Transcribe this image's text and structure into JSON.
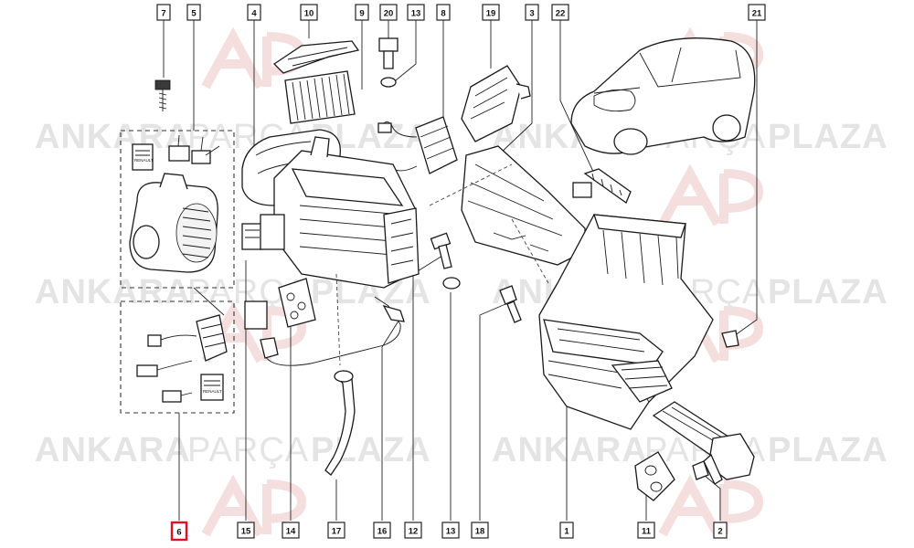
{
  "watermark": {
    "word1": "ANKARA",
    "word2": "PARÇA",
    "word3": "PLAZA",
    "color": "#e4e4e4",
    "logo_color": "#f4dede"
  },
  "highlight_color": "#e0102a",
  "callouts": {
    "c7": "7",
    "c5": "5",
    "c4": "4",
    "c10": "10",
    "c9": "9",
    "c20": "20",
    "c13a": "13",
    "c8": "8",
    "c19": "19",
    "c3": "3",
    "c22": "22",
    "c21": "21",
    "c6": "6",
    "c15": "15",
    "c14": "14",
    "c17": "17",
    "c16": "16",
    "c12": "12",
    "c13b": "13",
    "c18": "18",
    "c1": "1",
    "c11": "11",
    "c2": "2"
  },
  "label_text": {
    "bag_top": "RENAULT",
    "bag_bottom": "RENAULT"
  }
}
